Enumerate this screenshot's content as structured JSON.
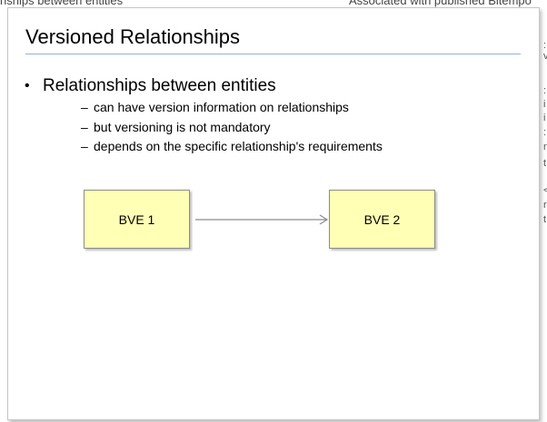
{
  "background": {
    "left_text": "nships between entities",
    "right_text": "Associated with published Bitempo",
    "side_chars": [
      ":",
      "v",
      ":",
      "i",
      "i",
      ":",
      "n",
      "t",
      "<",
      "r",
      "t"
    ]
  },
  "slide": {
    "title": "Versioned Relationships",
    "bullet": {
      "marker": "•",
      "text": "Relationships between entities",
      "sub_items": [
        "can have version information on relationships",
        "but versioning is not mandatory",
        "depends on the specific relationship's requirements"
      ]
    },
    "diagram": {
      "nodes": [
        {
          "label": "BVE 1"
        },
        {
          "label": "BVE 2"
        }
      ]
    }
  },
  "colors": {
    "box_fill": "#ffffb5",
    "title_rule": "#8fb3d9",
    "arrow": "#8c8c8c"
  }
}
